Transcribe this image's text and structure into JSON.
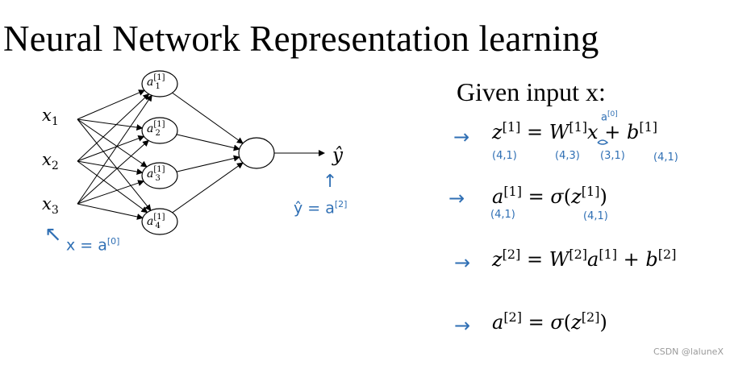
{
  "title": "Neural Network Representation learning",
  "inputs": [
    "x",
    "x",
    "x"
  ],
  "input_subs": [
    "1",
    "2",
    "3"
  ],
  "hidden_nodes": [
    {
      "base": "a",
      "sup": "[1]",
      "sub": "1"
    },
    {
      "base": "a",
      "sup": "[1]",
      "sub": "2"
    },
    {
      "base": "a",
      "sup": "[1]",
      "sub": "3"
    },
    {
      "base": "a",
      "sup": "[1]",
      "sub": "4"
    }
  ],
  "output_label": "ŷ",
  "handwritten": {
    "x_eq": "x = a",
    "x_sup": "[0]",
    "yhat_eq": "ŷ = a",
    "yhat_sup": "[2]",
    "a0_above_x": "a",
    "a0_above_x_sup": "[0]"
  },
  "given": "Given input x:",
  "equations": [
    {
      "arrow": "→",
      "text_html": "z<sup>[1]</sup> = W<sup>[1]</sup>x + b<sup>[1]</sup>"
    },
    {
      "arrow": "→",
      "text_html": "a<sup>[1]</sup> = σ(z<sup>[1]</sup>)"
    },
    {
      "arrow": "→",
      "text_html": "z<sup>[2]</sup> = W<sup>[2]</sup>a<sup>[1]</sup> + b<sup>[2]</sup>"
    },
    {
      "arrow": "→",
      "text_html": "a<sup>[2]</sup> = σ(z<sup>[2]</sup>)"
    }
  ],
  "dims": {
    "eq1": [
      "(4,1)",
      "(4,3)",
      "(3,1)",
      "(4,1)"
    ],
    "eq2": [
      "(4,1)",
      "(4,1)"
    ]
  },
  "watermark": "CSDN @laluneX"
}
